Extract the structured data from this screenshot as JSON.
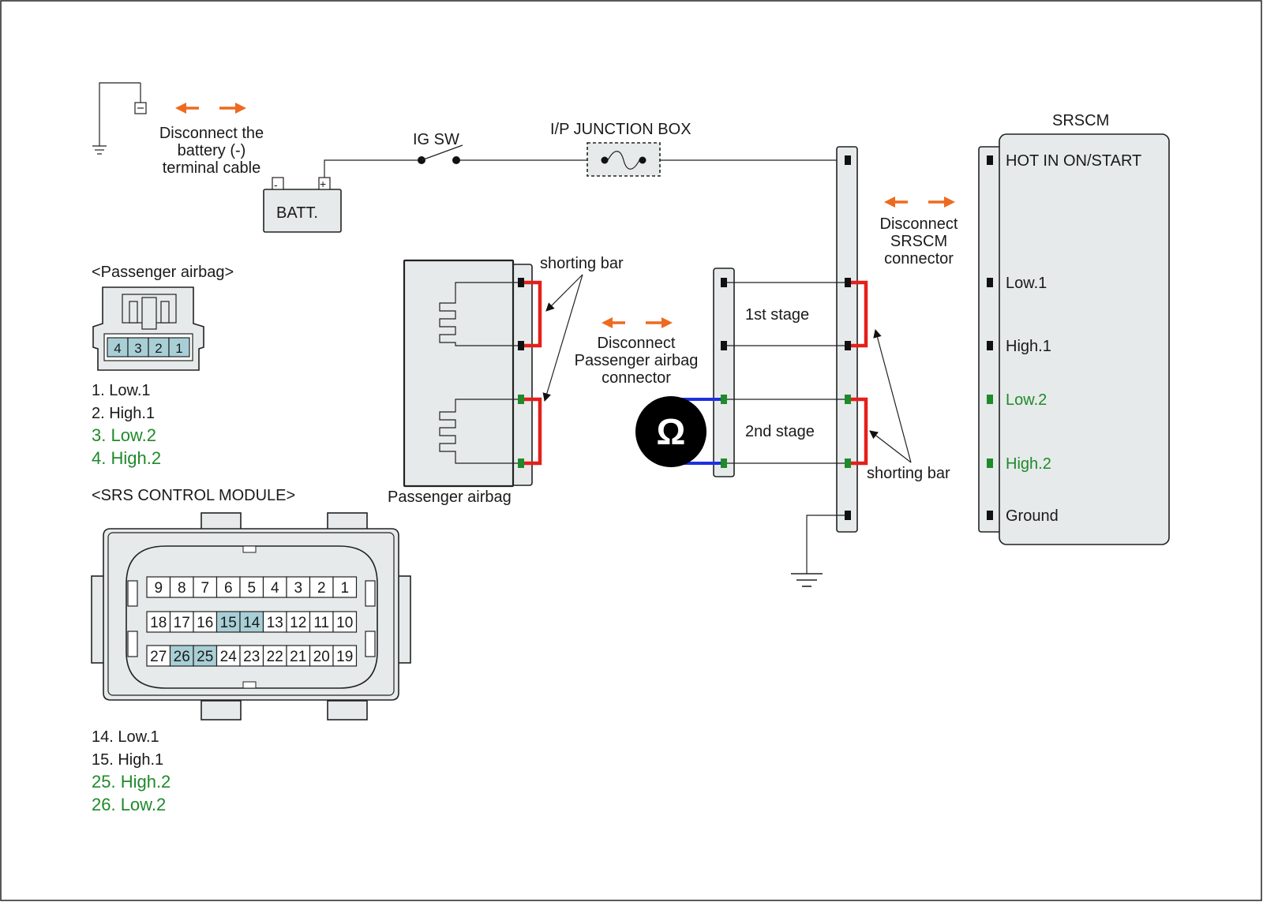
{
  "colors": {
    "arrow": "#ee6a1f",
    "shorting_bar": "#e3201b",
    "meter_lead": "#1e2fe0",
    "green_pin": "#1f8a2a",
    "highlight_pin": "#a9cfd6",
    "component_fill": "#e6eaea"
  },
  "battery_step": {
    "note": "Disconnect the\nbattery (-)\nterminal cable",
    "minus": "-",
    "plus": "+",
    "batt_label": "BATT."
  },
  "ig_sw": "IG SW",
  "junction_box": "I/P JUNCTION BOX",
  "srscm": {
    "title": "SRSCM",
    "disconnect_note": "Disconnect\nSRSCM\nconnector",
    "pins": [
      {
        "label": "HOT IN ON/START",
        "color": "black"
      },
      {
        "label": "Low.1",
        "color": "black"
      },
      {
        "label": "High.1",
        "color": "black"
      },
      {
        "label": "Low.2",
        "color": "green"
      },
      {
        "label": "High.2",
        "color": "green"
      },
      {
        "label": "Ground",
        "color": "black"
      }
    ]
  },
  "passenger_airbag": {
    "header": "<Passenger airbag>",
    "connector_pins": [
      "4",
      "3",
      "2",
      "1"
    ],
    "pin_list": [
      {
        "text": "1. Low.1",
        "color": "black"
      },
      {
        "text": "2. High.1",
        "color": "black"
      },
      {
        "text": "3. Low.2",
        "color": "green"
      },
      {
        "text": "4. High.2",
        "color": "green"
      }
    ],
    "component_label": "Passenger airbag",
    "disconnect_note": "Disconnect\nPassenger airbag\nconnector"
  },
  "shorting_bar_label": "shorting bar",
  "stages": {
    "first": "1st stage",
    "second": "2nd stage"
  },
  "ohmmeter_symbol": "Ω",
  "srs_module": {
    "header": "<SRS CONTROL MODULE>",
    "rows": [
      [
        "9",
        "8",
        "7",
        "6",
        "5",
        "4",
        "3",
        "2",
        "1"
      ],
      [
        "18",
        "17",
        "16",
        "15",
        "14",
        "13",
        "12",
        "11",
        "10"
      ],
      [
        "27",
        "26",
        "25",
        "24",
        "23",
        "22",
        "21",
        "20",
        "19"
      ]
    ],
    "highlighted": [
      "14",
      "15",
      "25",
      "26"
    ],
    "pin_list": [
      {
        "text": "14. Low.1",
        "color": "black"
      },
      {
        "text": "15. High.1",
        "color": "black"
      },
      {
        "text": "25. High.2",
        "color": "green"
      },
      {
        "text": "26. Low.2",
        "color": "green"
      }
    ]
  }
}
